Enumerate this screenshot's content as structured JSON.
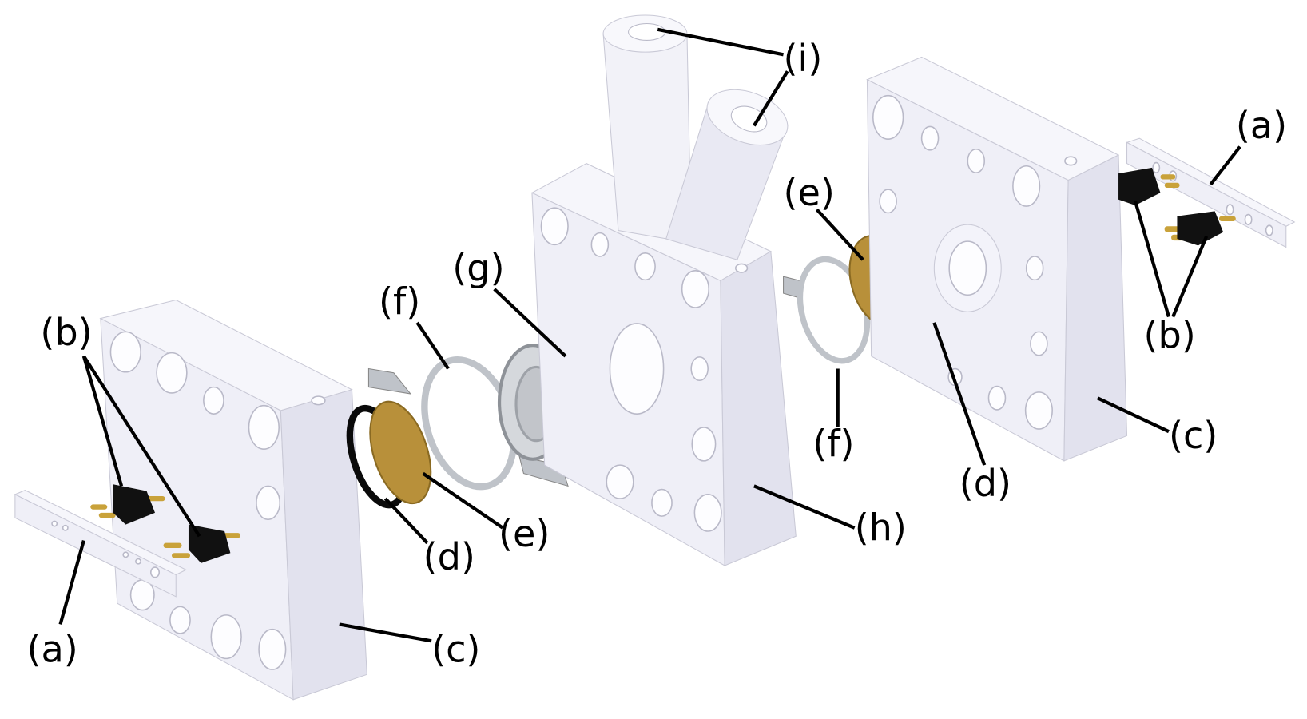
{
  "labels": {
    "a": "(a)",
    "b": "(b)",
    "c": "(c)",
    "d": "(d)",
    "e": "(e)",
    "f": "(f)",
    "g": "(g)",
    "h": "(h)",
    "i": "(i)"
  },
  "colors": {
    "plate": "#efeff7",
    "gold": "#b8903a",
    "oring": "#0a0a0a",
    "gasket": "#bfc3c9",
    "cylinder": "#a9adb3"
  }
}
